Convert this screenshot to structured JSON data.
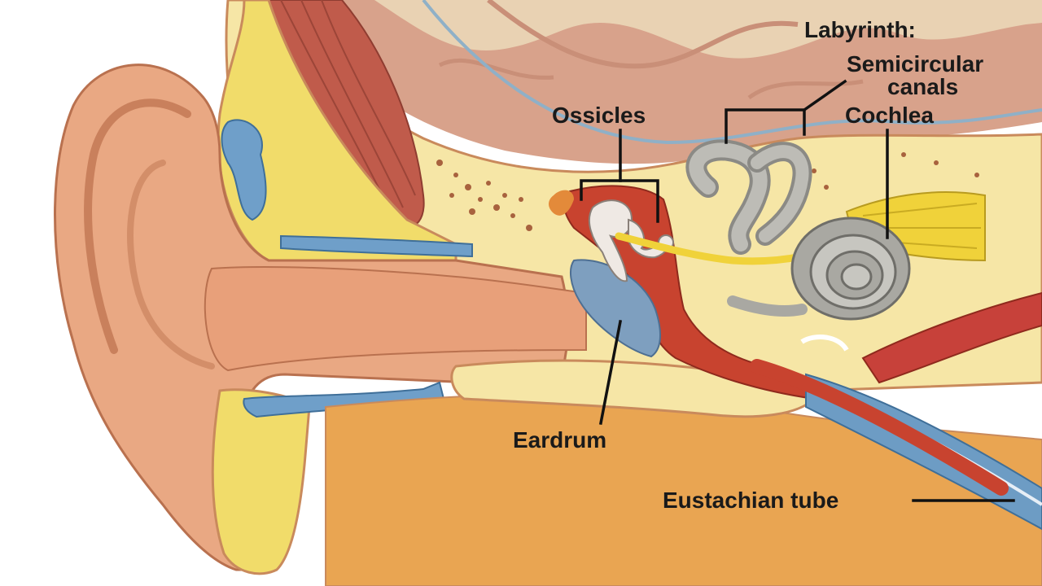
{
  "labels": {
    "labyrinth": "Labyrinth:",
    "semicircular_line1": "Semicircular",
    "semicircular_line2": "canals",
    "cochlea": "Cochlea",
    "ossicles": "Ossicles",
    "eardrum": "Eardrum",
    "eustachian": "Eustachian tube"
  },
  "colors": {
    "background": "#ffffff",
    "skin": "#e9a883",
    "skin_shadow": "#c9805c",
    "brain": "#d9a48d",
    "brain_fold": "#ecd9b8",
    "bone": "#f6e7a8",
    "bone_outline": "#c98a5c",
    "fat": "#f1dc6a",
    "cartilage_blue": "#6f9fc9",
    "muscle": "#c05b4b",
    "middle_ear_red": "#c8432f",
    "tissue_orange": "#e9a552",
    "cochlea_gray": "#a9a8a2",
    "nerve_yellow": "#f0d23a",
    "artery_red": "#c7413a",
    "tube_blue": "#6d9cc4"
  }
}
